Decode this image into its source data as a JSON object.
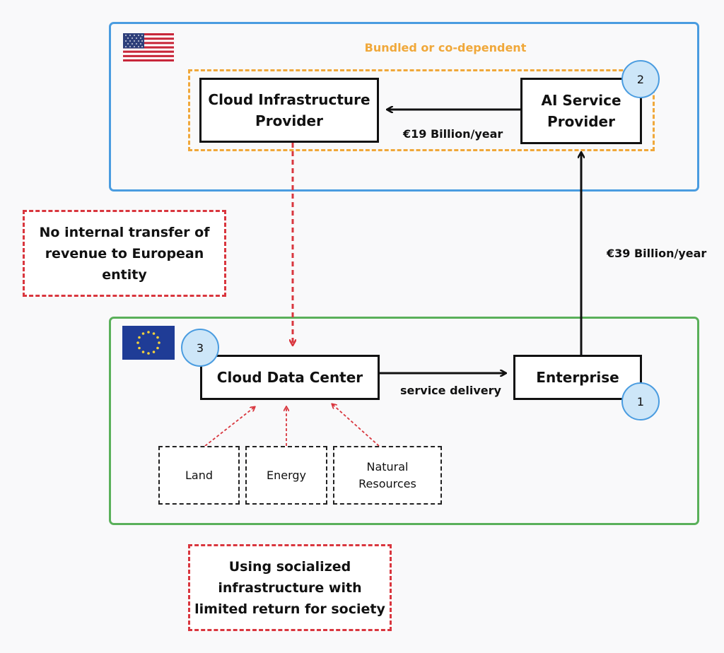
{
  "regions": {
    "us": {
      "flag": "us-flag-icon",
      "color": "#4a9ce0"
    },
    "eu": {
      "flag": "eu-flag-icon",
      "color": "#5ab05a"
    }
  },
  "bundle_label": "Bundled or co-dependent",
  "nodes": {
    "cloud_infra": "Cloud Infrastructure\nProvider",
    "ai_service": "AI Service\nProvider",
    "cloud_dc": "Cloud Data Center",
    "enterprise": "Enterprise"
  },
  "resources": {
    "land": "Land",
    "energy": "Energy",
    "natural": "Natural\nResources"
  },
  "notes": {
    "transfer": "No internal transfer of\nrevenue to European\nentity",
    "socialized": "Using socialized\ninfrastructure with\nlimited return for society"
  },
  "badges": {
    "b1": "1",
    "b2": "2",
    "b3": "3"
  },
  "flows": {
    "ai_to_infra": "€19 Billion/year",
    "enterprise_to_ai": "€39 Billion/year",
    "dc_to_enterprise": "service delivery"
  },
  "colors": {
    "bundle": "#f0a83a",
    "note_border": "#d9363e",
    "badge_fill": "#cde6f8"
  }
}
